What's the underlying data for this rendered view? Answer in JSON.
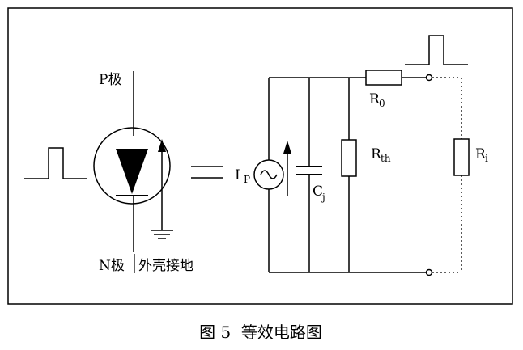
{
  "labels": {
    "p_pole": "P极",
    "n_pole": "N极",
    "case_ground": "外壳接地",
    "ip_main": "I",
    "ip_sub": "P",
    "cj_main": "C",
    "cj_sub": "j",
    "r0_main": "R",
    "r0_sub": "0",
    "rth_main": "R",
    "rth_sub": "th",
    "ri_main": "R",
    "ri_sub": "i"
  },
  "caption": "图 5  等效电路图"
}
